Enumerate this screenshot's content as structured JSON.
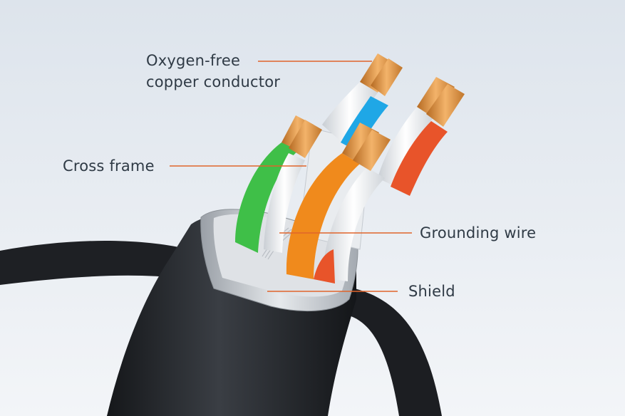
{
  "labels": {
    "conductor_line1": "Oxygen-free",
    "conductor_line2": "copper conductor",
    "cross_frame": "Cross frame",
    "grounding_wire": "Grounding wire",
    "shield": "Shield"
  },
  "colors": {
    "background_top": "#dde4ec",
    "background_bottom": "#f3f5f8",
    "leader_line": "#e0642b",
    "jacket": "#1f2226",
    "copper": "#d98b3c",
    "wire_green": "#3fbf48",
    "wire_orange": "#f08a1c",
    "wire_red": "#e8542a",
    "wire_blue": "#1fa7e6",
    "wire_white": "#eef1f4",
    "shield_silver": "#c9cdd2",
    "text": "#2f3a45"
  },
  "icons": {
    "cable": "cable-illustration"
  }
}
